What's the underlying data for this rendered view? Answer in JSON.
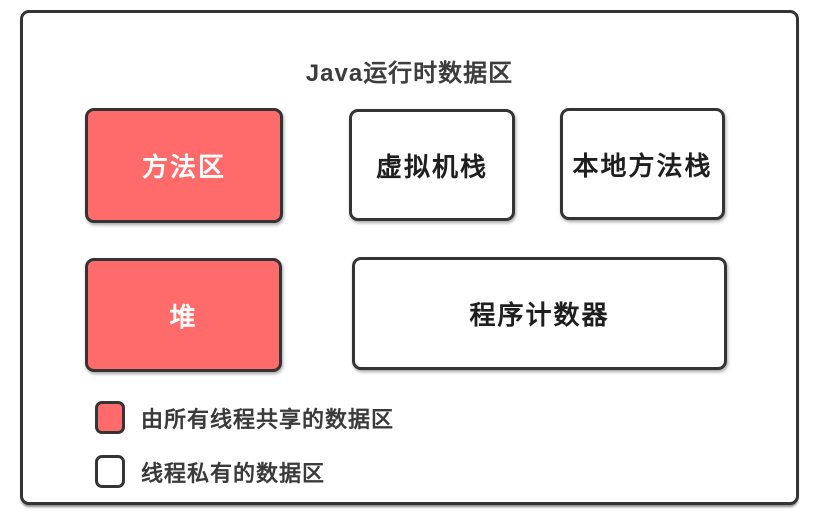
{
  "diagram": {
    "title": "Java运行时数据区",
    "boxes": [
      {
        "id": "method-area",
        "label": "方法区",
        "type": "shared"
      },
      {
        "id": "vm-stack",
        "label": "虚拟机栈",
        "type": "private"
      },
      {
        "id": "native-method-stack",
        "label": "本地方法栈",
        "type": "private"
      },
      {
        "id": "heap",
        "label": "堆",
        "type": "shared"
      },
      {
        "id": "program-counter",
        "label": "程序计数器",
        "type": "private"
      }
    ],
    "legend": [
      {
        "type": "shared",
        "label": "由所有线程共享的数据区"
      },
      {
        "type": "private",
        "label": "线程私有的数据区"
      }
    ],
    "colors": {
      "shared_fill": "#ff6b6b",
      "private_fill": "#ffffff",
      "border": "#343434",
      "title_text": "#3d3d3d",
      "shared_text": "#ffffff",
      "private_text": "#1f1f1f"
    }
  }
}
